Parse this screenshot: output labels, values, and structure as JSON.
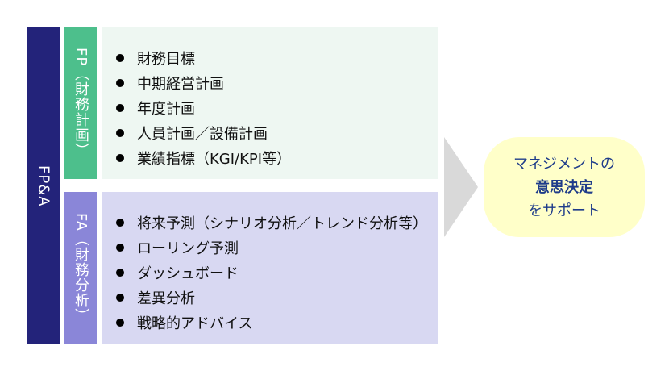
{
  "fpa_label": "FP&A",
  "fp": {
    "label": "FP（財務計画）",
    "items": [
      "財務目標",
      "中期経営計画",
      "年度計画",
      "人員計画／設備計画",
      "業績指標（KGI/KPI等）"
    ]
  },
  "fa": {
    "label": "FA（財務分析）",
    "items": [
      "将来予測（シナリオ分析／トレンド分析等）",
      "ローリング予測",
      "ダッシュボード",
      "差異分析",
      "戦略的アドバイス"
    ]
  },
  "goal": {
    "line1": "マネジメントの",
    "line2": "意思決定",
    "line3": "をサポート"
  },
  "colors": {
    "fpa_bar": "#23237a",
    "fp_bar": "#4dbf8c",
    "fa_bar": "#8a86d8",
    "fp_panel": "#eef7f2",
    "fa_panel": "#d8d8f2",
    "goal_bg": "#ffffc9",
    "goal_text": "#1f3c8a",
    "arrow": "#d9d9d9"
  }
}
